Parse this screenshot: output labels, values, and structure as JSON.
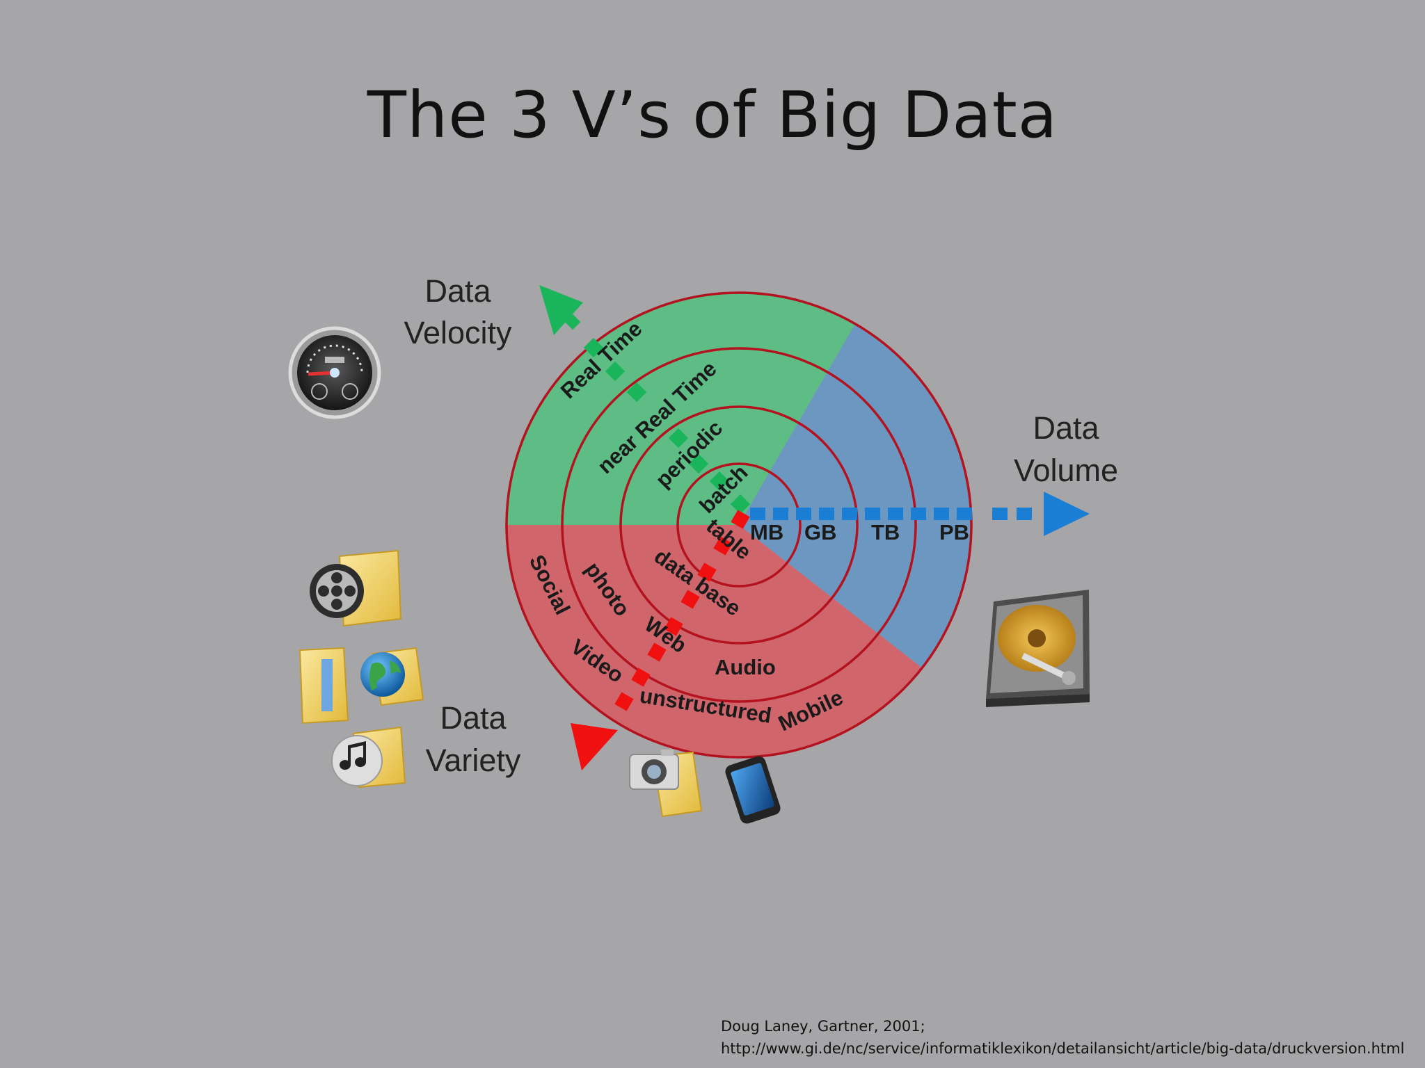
{
  "title": "The 3 V’s of Big Data",
  "axes": {
    "velocity": {
      "label_line1": "Data",
      "label_line2": "Velocity",
      "levels": [
        "batch",
        "periodic",
        "near Real Time",
        "Real Time"
      ],
      "color": "#1ab55a"
    },
    "volume": {
      "label_line1": "Data",
      "label_line2": "Volume",
      "levels": [
        "MB",
        "GB",
        "TB",
        "PB"
      ],
      "color": "#1a7fd4"
    },
    "variety": {
      "label_line1": "Data",
      "label_line2": "Variety",
      "levels": [
        "table",
        "data base",
        "photo",
        "Web",
        "Audio",
        "Social",
        "Video",
        "unstructured",
        "Mobile"
      ],
      "color": "#f01010"
    }
  },
  "sectors": {
    "velocity_color": "#5ebc85",
    "volume_color": "#6b97c0",
    "variety_color": "#d0666c",
    "ring_color": "#b3121e"
  },
  "icons": [
    "speedometer-icon",
    "hard-drive-icon",
    "film-folder-icon",
    "folder-icon",
    "globe-folder-icon",
    "music-folder-icon",
    "camera-folder-icon",
    "mobile-phone-icon"
  ],
  "citation": {
    "line1": "Doug Laney, Gartner, 2001;",
    "line2": "http://www.gi.de/nc/service/informatiklexikon/detailansicht/article/big-data/druckversion.html"
  }
}
